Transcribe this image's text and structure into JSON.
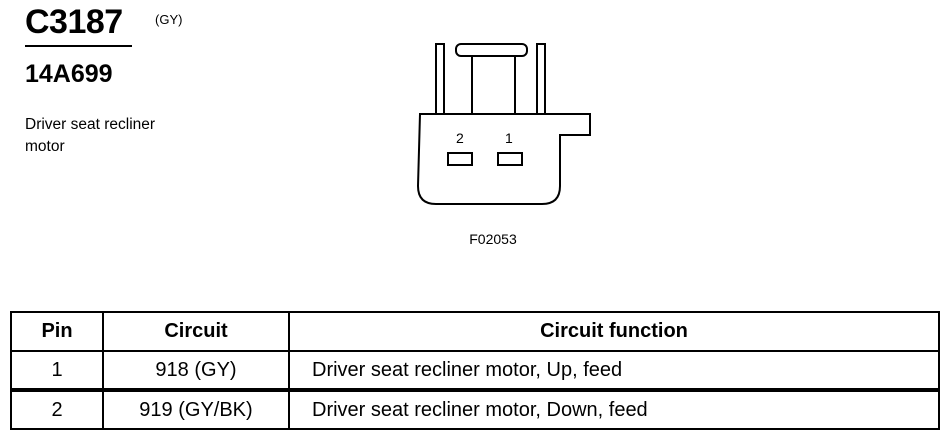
{
  "connector": {
    "id": "C3187",
    "color": "(GY)",
    "part_number": "14A699",
    "description": "Driver seat recliner motor"
  },
  "figure": {
    "pin_labels": [
      "2",
      "1"
    ],
    "code": "F02053"
  },
  "table": {
    "headers": {
      "pin": "Pin",
      "circuit": "Circuit",
      "function": "Circuit function"
    },
    "rows": [
      {
        "pin": "1",
        "circuit": "918 (GY)",
        "function": "Driver seat recliner motor, Up, feed"
      },
      {
        "pin": "2",
        "circuit": "919 (GY/BK)",
        "function": "Driver seat recliner motor, Down, feed"
      }
    ]
  }
}
